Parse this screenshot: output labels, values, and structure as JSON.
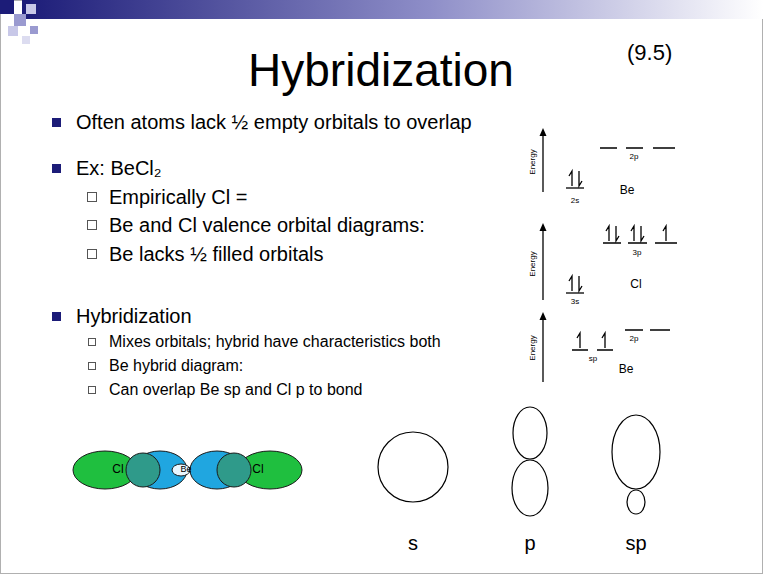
{
  "diagram": {
    "title": "Hybridization",
    "labels": [
      "(9.5)",
      "Often atoms lack ½ empty orbitals to overlap",
      "Ex: BeCl₂",
      "Empirically Cl =",
      "Be and Cl valence orbital diagrams:",
      "Be lacks ½ filled orbitals",
      "Hybridization",
      "Mixes orbitals; hybrid have characteristics both",
      "Be hybrid diagram:",
      "Can overlap Be sp and Cl p to bond",
      "Energy",
      "2p",
      "Be",
      "2s",
      "Energy",
      "3p",
      "Cl",
      "3s",
      "Energy",
      "sp",
      "2p",
      "Be",
      "Cl",
      "Be",
      "Cl",
      "s",
      "p",
      "sp"
    ]
  }
}
